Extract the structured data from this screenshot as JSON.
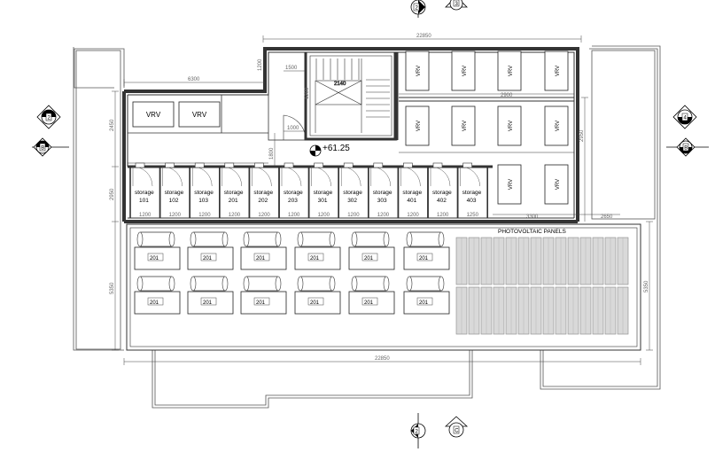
{
  "level_marker": "+61.25",
  "photovoltaic_label": "PHOTOVOLTAIC PANELS",
  "vrv_label": "VRV",
  "stair_label": "2140",
  "dimensions": {
    "top_overall": "22850",
    "left_wing": "6300",
    "stair_width": "1500",
    "bottom_overall": "22850",
    "vrv_block_width": "2900",
    "storage_row_right": "3300",
    "right_strip": "2650",
    "left_vertical_1": "2450",
    "left_vertical_2": "2950",
    "left_vertical_3": "5350",
    "right_vertical_1": "2950",
    "right_vertical_2": "5350",
    "stair_vertical": "1200",
    "core_vertical": "1800",
    "door_width": "1000",
    "top_small": "1200"
  },
  "storage_units": [
    {
      "label": "storage",
      "number": "101"
    },
    {
      "label": "storage",
      "number": "102"
    },
    {
      "label": "storage",
      "number": "103"
    },
    {
      "label": "storage",
      "number": "201"
    },
    {
      "label": "storage",
      "number": "202"
    },
    {
      "label": "storage",
      "number": "203"
    },
    {
      "label": "storage",
      "number": "301"
    },
    {
      "label": "storage",
      "number": "302"
    },
    {
      "label": "storage",
      "number": "303"
    },
    {
      "label": "storage",
      "number": "401"
    },
    {
      "label": "storage",
      "number": "402"
    },
    {
      "label": "storage",
      "number": "403"
    }
  ],
  "storage_widths": [
    "1200",
    "1200",
    "1200",
    "1200",
    "1200",
    "1200",
    "1200",
    "1200",
    "1200",
    "1200",
    "1200",
    "1250"
  ],
  "heater_label": "201",
  "section_markers": {
    "top_left": "2",
    "top_right": "3",
    "left_upper": "2",
    "left_lower": "B",
    "right_upper": "4",
    "right_lower": "B",
    "bottom_left": "2",
    "bottom_right": "C"
  }
}
